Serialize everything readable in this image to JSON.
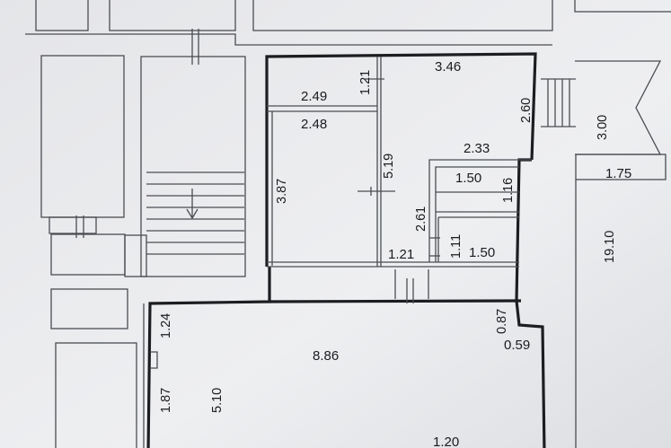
{
  "labels": {
    "d_3_46": "3.46",
    "d_1_21_top": "1.21",
    "d_2_49": "2.49",
    "d_2_48": "2.48",
    "d_2_60": "2.60",
    "d_3_00": "3.00",
    "d_5_19": "5.19",
    "d_3_87": "3.87",
    "d_2_33": "2.33",
    "d_1_50_top": "1.50",
    "d_1_16": "1.16",
    "d_1_75": "1.75",
    "d_2_61": "2.61",
    "d_1_11": "1.11",
    "d_1_50_bottom": "1.50",
    "d_1_21_bottom": "1.21",
    "d_19_10": "19.10",
    "d_0_87": "0.87",
    "d_0_59": "0.59",
    "d_1_24": "1.24",
    "d_8_86": "8.86",
    "d_1_87": "1.87",
    "d_5_10": "5.10",
    "d_1_20": "1.20"
  },
  "colors": {
    "paper": "#e9eaec",
    "background": "#d7d9dd",
    "line": "#1c1d20"
  }
}
